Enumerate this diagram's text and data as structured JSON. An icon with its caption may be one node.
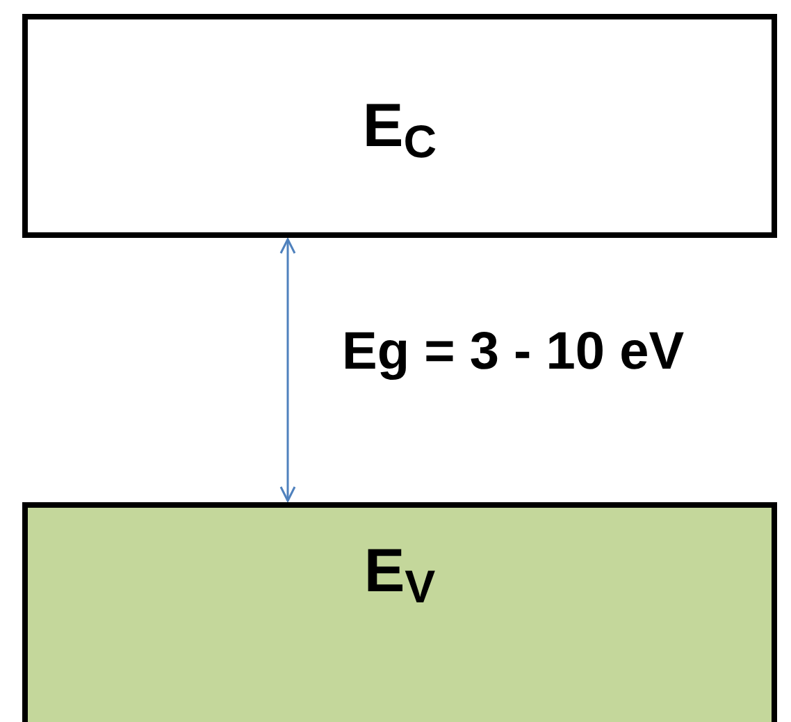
{
  "diagram": {
    "nodes": [
      {
        "text": [
          "E$_{C}$"
        ]
      },
      {
        "text": [
          "E$_{V}$"
        ]
      }
    ],
    "edges": [
      {
        "from": 0,
        "to": 1,
        "arrow": "both",
        "label": "Eg = 3 - 10 eV"
      }
    ]
  }
}
